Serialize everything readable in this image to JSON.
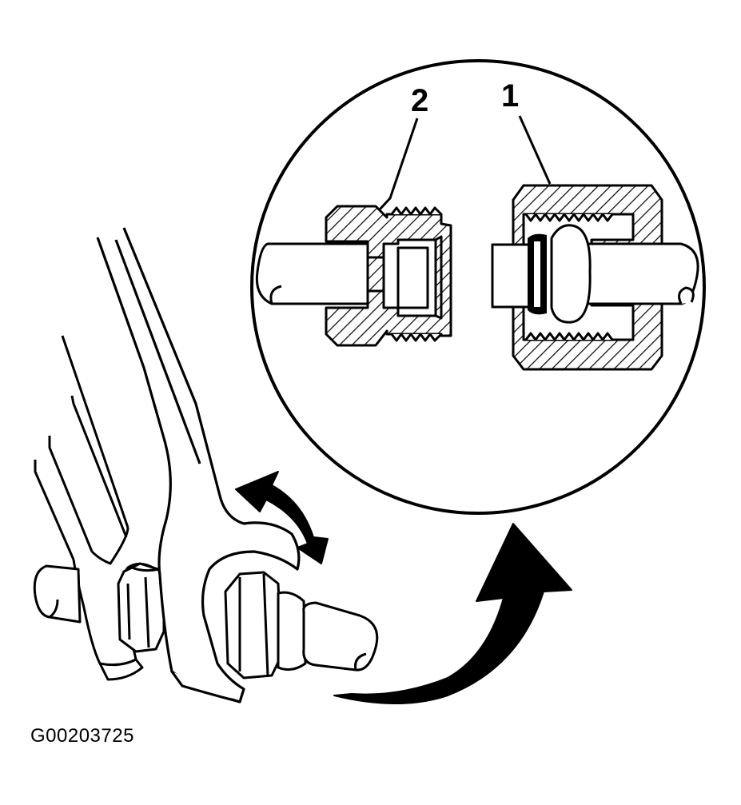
{
  "callouts": {
    "part_1": "1",
    "part_2": "2"
  },
  "figure_id": "G00203725",
  "colors": {
    "ink": "#000000",
    "paper": "#ffffff"
  }
}
